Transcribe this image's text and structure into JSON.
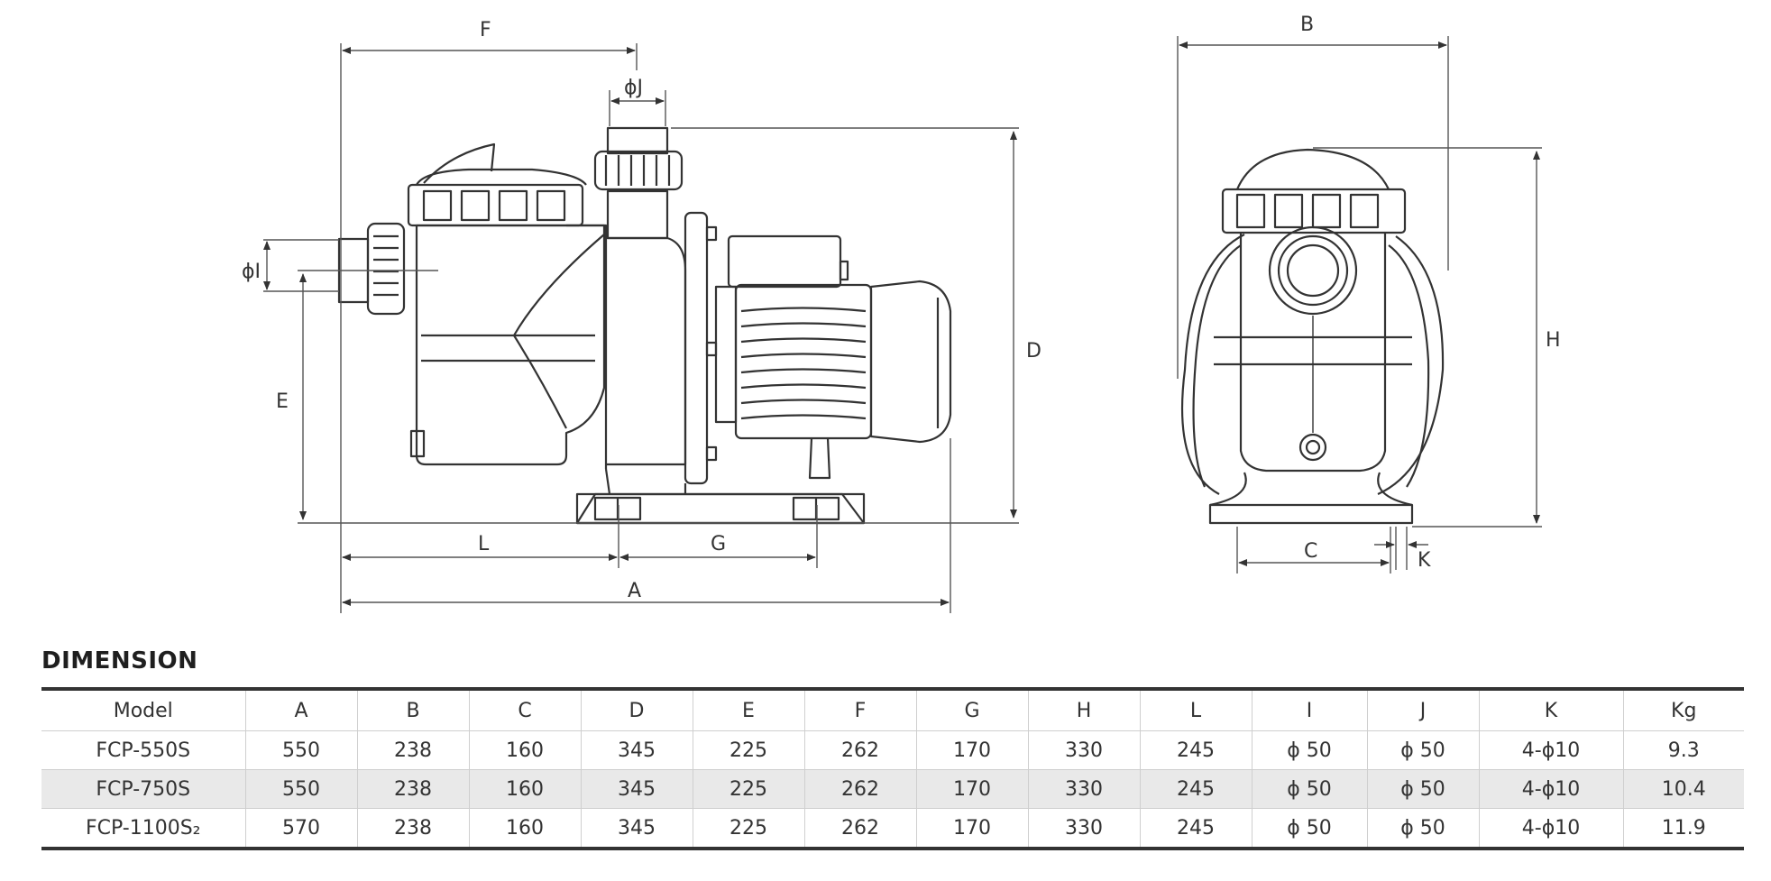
{
  "drawing": {
    "side_labels": {
      "F": "F",
      "J": "ϕJ",
      "I": "ϕI",
      "E": "E",
      "D": "D",
      "L": "L",
      "G": "G",
      "A": "A"
    },
    "front_labels": {
      "B": "B",
      "H": "H",
      "C": "C",
      "K": "K"
    }
  },
  "table": {
    "title": "DIMENSION",
    "headers": [
      "Model",
      "A",
      "B",
      "C",
      "D",
      "E",
      "F",
      "G",
      "H",
      "L",
      "I",
      "J",
      "K",
      "Kg"
    ],
    "rows": [
      [
        "FCP-550S",
        "550",
        "238",
        "160",
        "345",
        "225",
        "262",
        "170",
        "330",
        "245",
        "ϕ 50",
        "ϕ 50",
        "4-ϕ10",
        "9.3"
      ],
      [
        "FCP-750S",
        "550",
        "238",
        "160",
        "345",
        "225",
        "262",
        "170",
        "330",
        "245",
        "ϕ 50",
        "ϕ 50",
        "4-ϕ10",
        "10.4"
      ],
      [
        "FCP-1100S₂",
        "570",
        "238",
        "160",
        "345",
        "225",
        "262",
        "170",
        "330",
        "245",
        "ϕ 50",
        "ϕ 50",
        "4-ϕ10",
        "11.9"
      ]
    ]
  }
}
